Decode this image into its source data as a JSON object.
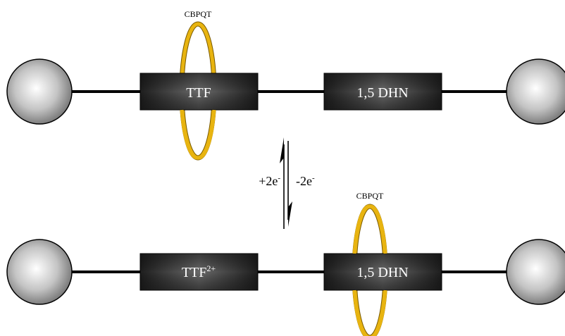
{
  "top_state": {
    "ring_label": "CBPQT",
    "station_1": "TTF",
    "station_2": "1,5 DHN"
  },
  "bottom_state": {
    "ring_label": "CBPQT",
    "station_1_base": "TTF",
    "station_1_charge": "2+",
    "station_2": "1,5 DHN"
  },
  "equilibrium": {
    "left_base": "+2e",
    "left_sup": "-",
    "right_base": "-2e",
    "right_sup": "-"
  },
  "colors": {
    "ring": "#e8b410",
    "ring_dark": "#7a5a00",
    "station_fill": "#3a3a3a",
    "station_text": "#ffffff",
    "axle": "#000000",
    "stopper_light": "#ffffff",
    "stopper_dark": "#6e6e6e"
  }
}
